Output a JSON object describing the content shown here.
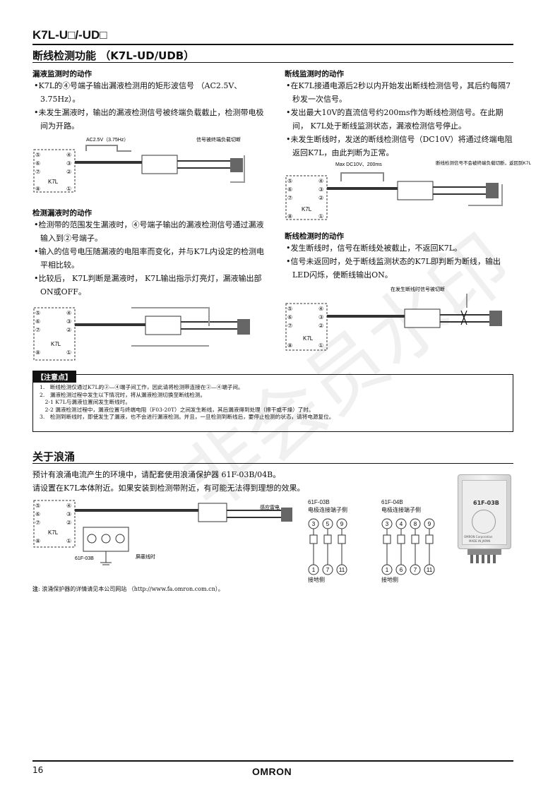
{
  "header": {
    "product_title": "K7L-U□/-UD□"
  },
  "section1": {
    "title": "断线检测功能 （K7L-UD/UDB）",
    "leak_monitor": {
      "heading": "漏液监测时的动作",
      "bullets": [
        "•K7L的④号端子输出漏液检测用的矩形波信号 （AC2.5V、 3.75Hz）。",
        "•未发生漏液时，输出的漏液检测信号被终端负载截止，检测带电极间为开路。"
      ],
      "diagram_signal_label": "AC2.5V（3.75Hz）",
      "diagram_cutoff_label": "信号被终端负载切断"
    },
    "leak_detect": {
      "heading": "检测漏液时的动作",
      "bullets": [
        "•检测带的范围发生漏液时，④号端子输出的漏液检测信号通过漏液输入到②号端子。",
        "•输入的信号电压随漏液的电阻率而变化，并与K7L内设定的检测电平相比较。",
        "•比较后， K7L判断是漏液时， K7L输出指示灯亮灯，漏液输出部ON或OFF。"
      ]
    },
    "break_monitor": {
      "heading": "断线监测时的动作",
      "bullets": [
        "•在K7L接通电源后2秒以内开始发出断线检测信号，其后约每隔7秒发一次信号。",
        "•发出最大10V的直流信号约200ms作为断线检测信号。在此期间， K7L处于断线监测状态，漏液检测信号停止。",
        "•未发生断线时，发送的断线检测信号（DC10V）将通过终端电阻返回K7L，由此判断为正常。"
      ],
      "diagram_signal_label": "Max DC10V、200ms",
      "diagram_note_label": "断线检测信号不会被终端负载切断，返回到K7L"
    },
    "break_detect": {
      "heading": "断线检测时的动作",
      "bullets": [
        "•发生断线时，信号在断线处被截止，不返回K7L。",
        "•信号未返回时，处于断线监测状态的K7L即判断为断线，输出LED闪烁，使断线输出ON。"
      ],
      "diagram_label": "在发生断线时信号被切断"
    },
    "diagram_k7l_label": "K7L",
    "terminals": [
      "⑤",
      "⑥",
      "⑦",
      "⑧",
      "④",
      "③",
      "②",
      "①"
    ]
  },
  "notes": {
    "tab": "【注意点】",
    "lines": [
      "1.　断线检测仅通过K7L的②—④端子间工作，因此请将检测带连接在②—④端子间。",
      "2.　漏液检测过程中发生以下情况时，将从漏液检测切换至断线检测。",
      "　2-1 K7L与漏液位置间发生断线时。",
      "　2-2 漏液检测过程中，漏液位置与终端电阻（F03-20T）之间发生断线，其后漏液得到处理（擦干或干燥）了时。",
      "3.　检测到断线时，即使发生了漏液，也不会进行漏液检测。并且，一旦检测到断线后，要停止检测的状态，请将电源复位。"
    ]
  },
  "section2": {
    "title": "关于浪涌",
    "paragraphs": [
      "预计有浪涌电流产生的环境中，请配套使用浪涌保护器 61F-03B/04B。",
      "请设置在K7L本体附近。如果安装到检测带附近，有可能无法得到理想的效果。"
    ],
    "diagram_lightning_label": "感应雷电",
    "diagram_protector_label": "61F-03B",
    "diagram_shield_label": "屏蔽线时",
    "f03b": {
      "model": "61F-03B",
      "side_label": "电极连接端子侧",
      "top": [
        "3",
        "5",
        "9"
      ],
      "bottom": [
        "1",
        "7",
        "11"
      ],
      "ground_label": "接地侧"
    },
    "f04b": {
      "model": "61F-04B",
      "side_label": "电极连接端子侧",
      "top": [
        "3",
        "4",
        "8",
        "9"
      ],
      "bottom": [
        "1",
        "6",
        "7",
        "11"
      ],
      "ground_label": "接地侧"
    },
    "photo": {
      "label": "61F-03B",
      "maker": "OMRON Corporation",
      "origin": "MADE IN JAPAN"
    },
    "footnote_bold": "注",
    "footnote": ": 浪涌保护器的详情请见本公司网站 （http://www.fa.omron.com.cn）。"
  },
  "watermark": "非会员水印",
  "footer": {
    "page_number": "16",
    "logo": "OMRON"
  }
}
